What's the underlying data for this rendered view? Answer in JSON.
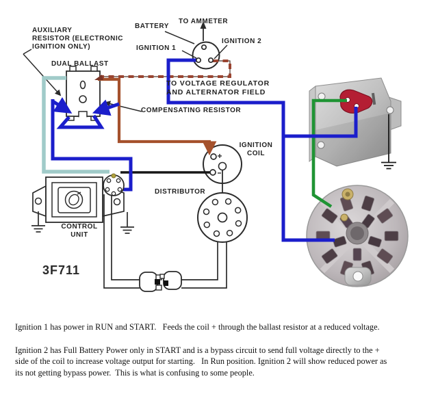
{
  "diagram": {
    "labels": {
      "auxiliary_resistor": "AUXILIARY\nRESISTOR (ELECTRONIC\nIGNITION ONLY)",
      "dual_ballast": "DUAL BALLAST",
      "battery": "BATTERY",
      "to_ammeter": "TO AMMETER",
      "ignition_1": "IGNITION 1",
      "ignition_2": "IGNITION 2",
      "to_voltage_regulator": "TO VOLTAGE REGULATOR\nAND ALTERNATOR FIELD",
      "compensating_resistor": "COMPENSATING RESISTOR",
      "ignition_coil": "IGNITION\nCOIL",
      "distributor": "DISTRIBUTOR",
      "control_unit": "CONTROL\nUNIT",
      "part_number": "3F711"
    },
    "colors": {
      "wire_blue": "#1b1ecb",
      "wire_teal": "#a0cbc9",
      "wire_brown": "#a5512c",
      "wire_brown_dashed": "#9a4430",
      "wire_green": "#1f9434",
      "wire_black": "#161616",
      "line_art": "#2b2b2b",
      "connector_red": "#b41e33"
    }
  },
  "notes": {
    "paragraph_1": "Ignition 1 has power in RUN and START.   Feeds the coil + through the ballast resistor at a reduced voltage.",
    "paragraph_2": "Ignition 2 has Full Battery Power only in START and is a bypass circuit to send full voltage directly to the +\nside of the coil to increase voltage output for starting.   In Run position. Ignition 2 will show reduced power as\nits not getting bypass power.  This is what is confusing to some people."
  }
}
